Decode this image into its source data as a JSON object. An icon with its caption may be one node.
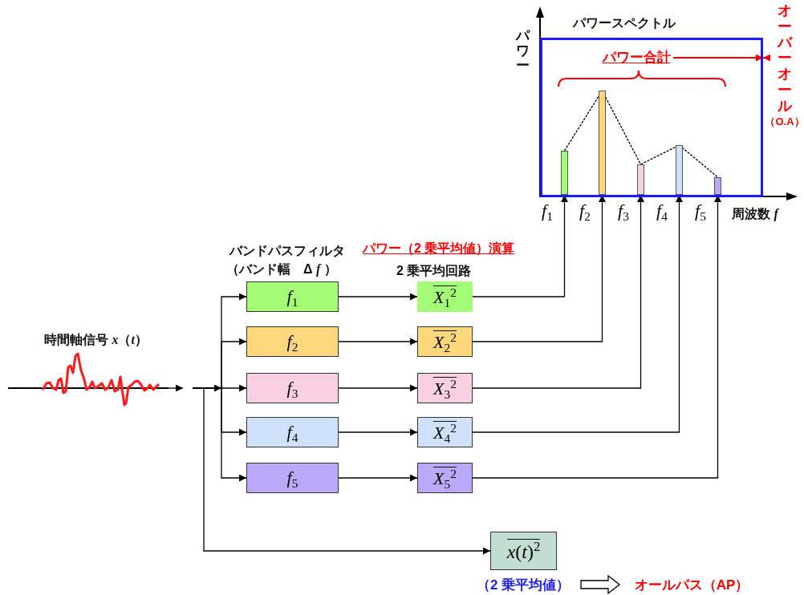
{
  "diagram": {
    "nodes": [
      {
        "text": [],
        "shape": "box"
      },
      {
        "text": [
          "パワー合計"
        ],
        "in": 0
      },
      {
        "text": [],
        "shape": "bar",
        "in": 0
      },
      {
        "text": [],
        "shape": "bar",
        "in": 0
      },
      {
        "text": [],
        "shape": "bar",
        "in": 0
      },
      {
        "text": [],
        "shape": "bar",
        "in": 0
      },
      {
        "text": [],
        "shape": "bar",
        "in": 0
      },
      {
        "text": [
          "オーバーオール",
          "（O.A）"
        ]
      },
      {
        "text": [
          "時間軸信号 *x*（*t*）"
        ]
      },
      {
        "text": [
          "*f*$_{1}$"
        ]
      },
      {
        "text": [
          "*f*$_{2}$"
        ]
      },
      {
        "text": [
          "*f*$_{3}$"
        ]
      },
      {
        "text": [
          "*f*$_{4}$"
        ]
      },
      {
        "text": [
          "*f*$_{5}$"
        ]
      },
      {
        "text": [
          "*X*$_{1}$$^{2}$"
        ]
      },
      {
        "text": [
          "*X*$_{2}$$^{2}$"
        ]
      },
      {
        "text": [
          "*X*$_{3}$$^{2}$"
        ]
      },
      {
        "text": [
          "*X*$_{4}$$^{2}$"
        ]
      },
      {
        "text": [
          "*X*$_{5}$$^{2}$"
        ]
      },
      {
        "text": [
          "*x*(*t*)$^{2}$"
        ]
      },
      {
        "text": [
          "（2 乗平均値）"
        ]
      },
      {
        "text": [
          "オールパス（AP）"
        ]
      }
    ],
    "edges": [
      {
        "from": 1,
        "to": 0,
        "arrow": "to",
        "color": "#ff0000"
      },
      {
        "from": 7,
        "to": 0,
        "arrow": "to",
        "color": "#ff0000"
      },
      {
        "from": 8,
        "to": null,
        "arrow": "to"
      },
      {
        "from": null,
        "to": 9,
        "arrow": "to"
      },
      {
        "from": null,
        "to": 10,
        "arrow": "to"
      },
      {
        "from": null,
        "to": 11,
        "arrow": "to"
      },
      {
        "from": null,
        "to": 12,
        "arrow": "to"
      },
      {
        "from": null,
        "to": 13,
        "arrow": "to"
      },
      {
        "from": null,
        "to": 19,
        "arrow": "to"
      },
      {
        "from": 9,
        "to": 14,
        "arrow": "to"
      },
      {
        "from": 10,
        "to": 15,
        "arrow": "to"
      },
      {
        "from": 11,
        "to": 16,
        "arrow": "to"
      },
      {
        "from": 12,
        "to": 17,
        "arrow": "to"
      },
      {
        "from": 13,
        "to": 18,
        "arrow": "to"
      },
      {
        "from": 14,
        "to": 2,
        "arrow": "to"
      },
      {
        "from": 15,
        "to": 3,
        "arrow": "to"
      },
      {
        "from": 16,
        "to": 4,
        "arrow": "to"
      },
      {
        "from": 17,
        "to": 5,
        "arrow": "to"
      },
      {
        "from": 18,
        "to": 6,
        "arrow": "to"
      },
      {
        "from": 20,
        "to": 21,
        "arrow": "to",
        "style": "thick"
      },
      {
        "from": 2,
        "to": 3,
        "arrow": "none",
        "style": "dashed"
      },
      {
        "from": 3,
        "to": 4,
        "arrow": "none",
        "style": "dashed"
      },
      {
        "from": 4,
        "to": 5,
        "arrow": "none",
        "style": "dashed"
      },
      {
        "from": 5,
        "to": 6,
        "arrow": "none",
        "style": "dashed"
      }
    ],
    "labels": [
      "パワースペクトル",
      "パワー",
      "*f*$_{1}$",
      "*f*$_{2}$",
      "*f*$_{3}$",
      "*f*$_{4}$",
      "*f*$_{5}$",
      "周波数 *f*",
      "バンドパスフィルタ",
      "（バンド幅　Δ *f* ）",
      "パワー（2 乗平均値）演算",
      "2 乗平均回路"
    ]
  }
}
